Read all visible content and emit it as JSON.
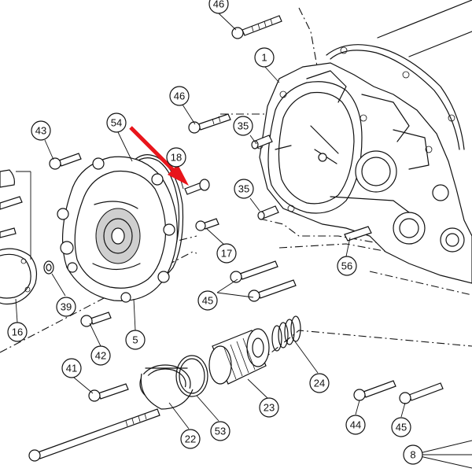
{
  "diagram": {
    "callouts": [
      {
        "id": "c46a",
        "label": "46"
      },
      {
        "id": "c1",
        "label": "1"
      },
      {
        "id": "c46b",
        "label": "46"
      },
      {
        "id": "c54",
        "label": "54"
      },
      {
        "id": "c35a",
        "label": "35"
      },
      {
        "id": "c43",
        "label": "43"
      },
      {
        "id": "c18",
        "label": "18"
      },
      {
        "id": "c35b",
        "label": "35"
      },
      {
        "id": "c17",
        "label": "17"
      },
      {
        "id": "c56",
        "label": "56"
      },
      {
        "id": "c45a",
        "label": "45"
      },
      {
        "id": "c16",
        "label": "16"
      },
      {
        "id": "c39",
        "label": "39"
      },
      {
        "id": "c5",
        "label": "5"
      },
      {
        "id": "c42",
        "label": "42"
      },
      {
        "id": "c24",
        "label": "24"
      },
      {
        "id": "c41",
        "label": "41"
      },
      {
        "id": "c23",
        "label": "23"
      },
      {
        "id": "c22",
        "label": "22"
      },
      {
        "id": "c53",
        "label": "53"
      },
      {
        "id": "c44",
        "label": "44"
      },
      {
        "id": "c45b",
        "label": "45"
      },
      {
        "id": "c8",
        "label": "8"
      }
    ],
    "highlight_arrow_color": "#e8151b"
  }
}
